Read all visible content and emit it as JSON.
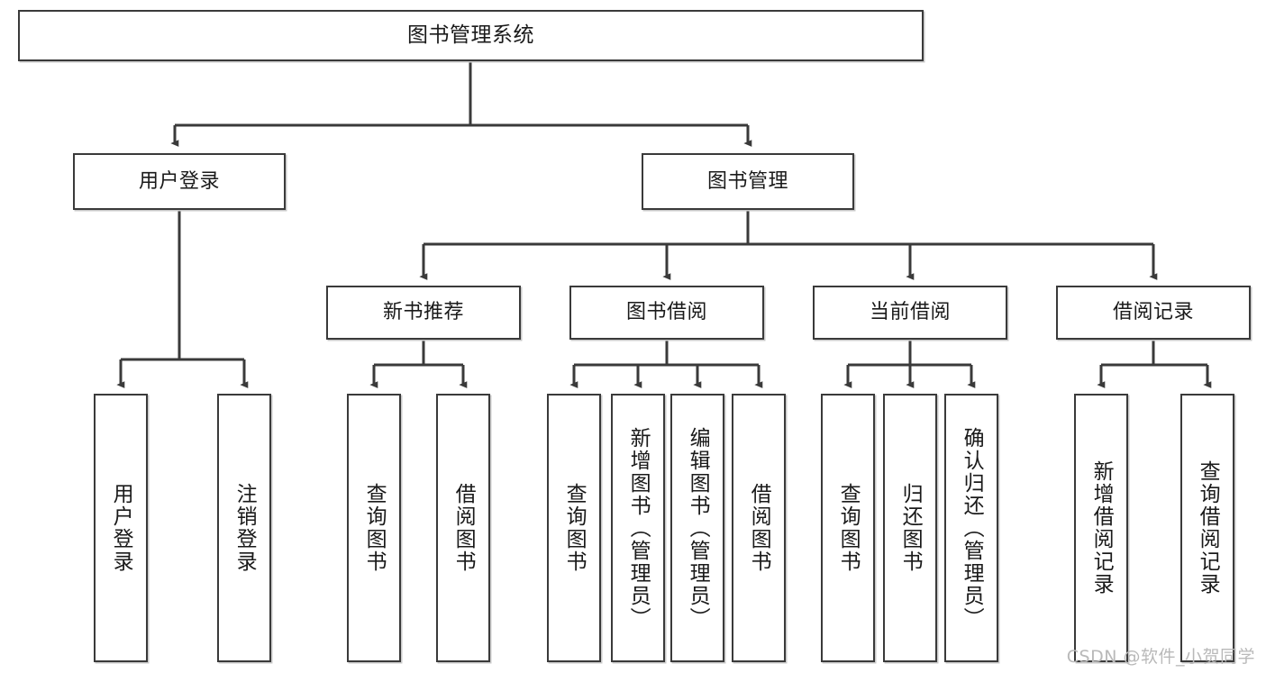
{
  "diagram": {
    "type": "tree-hierarchy",
    "title": "图书管理系统",
    "watermark": "CSDN @软件_小贺同学",
    "colors": {
      "background": "#ffffff",
      "node_border": "#3a3a3a",
      "node_fill": "#ffffff",
      "edge": "#3a3a3a",
      "text": "#1a1a1a",
      "watermark": "#b9b9b9"
    },
    "nodes": {
      "root": {
        "label": "图书管理系统",
        "level": 1
      },
      "level2": [
        {
          "id": "user-login",
          "label": "用户登录"
        },
        {
          "id": "book-management",
          "label": "图书管理"
        }
      ],
      "level3": [
        {
          "id": "new-book-recommend",
          "label": "新书推荐",
          "parent": "book-management"
        },
        {
          "id": "book-borrow",
          "label": "图书借阅",
          "parent": "book-management"
        },
        {
          "id": "current-borrow",
          "label": "当前借阅",
          "parent": "book-management"
        },
        {
          "id": "borrow-record",
          "label": "借阅记录",
          "parent": "book-management"
        }
      ],
      "leaves": [
        {
          "id": "leaf-user-login",
          "label": "用户登录",
          "parent": "user-login"
        },
        {
          "id": "leaf-logout-login",
          "label": "注销登录",
          "parent": "user-login"
        },
        {
          "id": "leaf-query-book-1",
          "label": "查询图书",
          "parent": "new-book-recommend"
        },
        {
          "id": "leaf-borrow-book-1",
          "label": "借阅图书",
          "parent": "new-book-recommend"
        },
        {
          "id": "leaf-query-book-2",
          "label": "查询图书",
          "parent": "book-borrow"
        },
        {
          "id": "leaf-add-book",
          "label": "新增图书（管理员）",
          "parent": "book-borrow"
        },
        {
          "id": "leaf-edit-book",
          "label": "编辑图书（管理员）",
          "parent": "book-borrow"
        },
        {
          "id": "leaf-borrow-book-2",
          "label": "借阅图书",
          "parent": "book-borrow"
        },
        {
          "id": "leaf-query-book-3",
          "label": "查询图书",
          "parent": "current-borrow"
        },
        {
          "id": "leaf-return-book",
          "label": "归还图书",
          "parent": "current-borrow"
        },
        {
          "id": "leaf-confirm-return",
          "label": "确认归还（管理员）",
          "parent": "current-borrow"
        },
        {
          "id": "leaf-add-record",
          "label": "新增借阅记录",
          "parent": "borrow-record"
        },
        {
          "id": "leaf-query-record",
          "label": "查询借阅记录",
          "parent": "borrow-record"
        }
      ]
    }
  }
}
